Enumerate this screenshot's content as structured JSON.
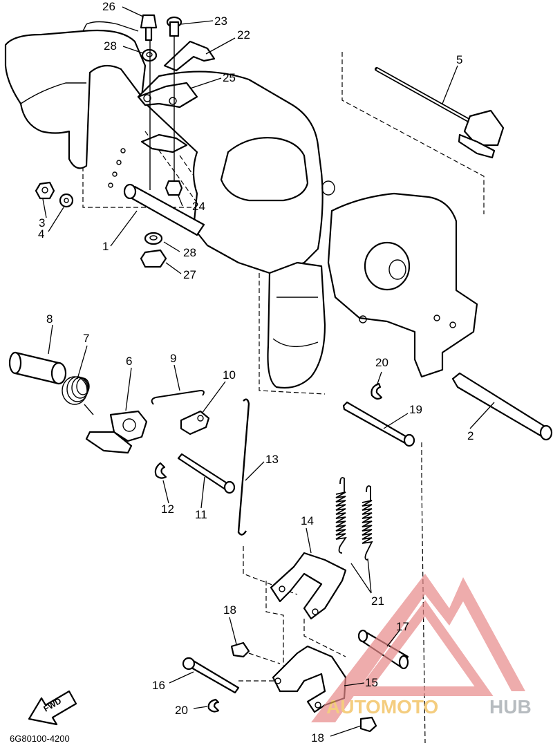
{
  "diagram_code": "6G80100-4200",
  "direction_label": "FWD",
  "watermark": {
    "part1": "AUTOMOTO",
    "part2": "HUB",
    "color_orange": "#f0b84a",
    "color_gray": "#9aa0a6",
    "color_red": "#e88a8a"
  },
  "callouts": {
    "c1": "1",
    "c2": "2",
    "c3": "3",
    "c4": "4",
    "c5": "5",
    "c6": "6",
    "c7": "7",
    "c8": "8",
    "c9": "9",
    "c10": "10",
    "c11": "11",
    "c12": "12",
    "c13": "13",
    "c14": "14",
    "c15": "15",
    "c16": "16",
    "c17": "17",
    "c18a": "18",
    "c18b": "18",
    "c19": "19",
    "c20a": "20",
    "c20b": "20",
    "c21": "21",
    "c22": "22",
    "c23": "23",
    "c24": "24",
    "c25": "25",
    "c26": "26",
    "c27": "27",
    "c28a": "28",
    "c28b": "28"
  }
}
